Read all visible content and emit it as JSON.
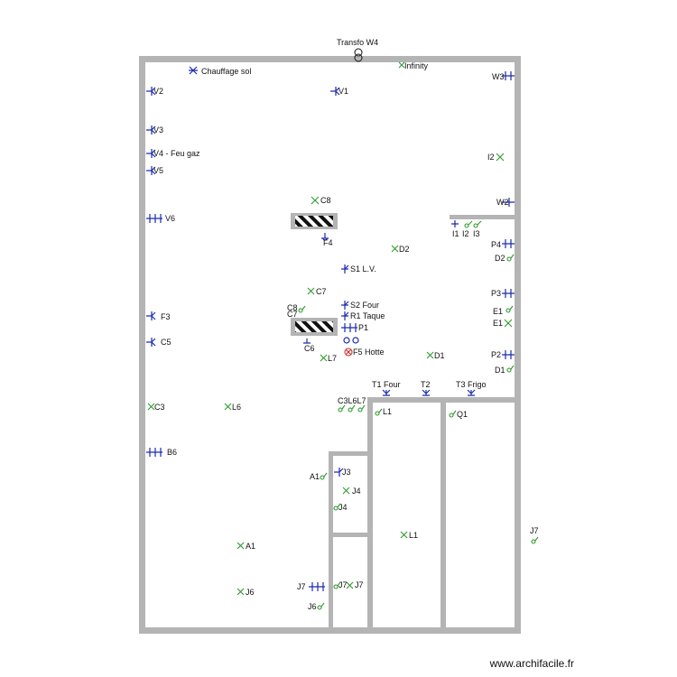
{
  "title": "Transfo W4",
  "watermark": "www.archifacile.fr",
  "colors": {
    "wall": "#b4b4b4",
    "blue": "#1a2bb0",
    "green": "#2e9a2e",
    "red": "#d42020"
  },
  "labels": {
    "chauffage": "Chauffage sol",
    "infinity": "Infinity",
    "v1": "V1",
    "v2": "V2",
    "v3": "V3",
    "v4": "V4 - Feu gaz",
    "v5": "V5",
    "v6": "V6",
    "w3": "W3",
    "i2": "I2",
    "w2": "W2",
    "c8": "C8",
    "f4": "F4",
    "d2": "D2",
    "i1": "I1",
    "i2b": "I2",
    "i3": "I3",
    "p4": "P4",
    "d2b": "D2",
    "s1": "S1 L.V.",
    "c7": "C7",
    "p3": "P3",
    "e1a": "E1",
    "e1b": "E1",
    "c8b": "C8",
    "c7b": "C7",
    "s2": "S2 Four",
    "r1": "R1 Taque",
    "p1": "P1",
    "f3": "F3",
    "c5": "C5",
    "c6": "C6",
    "f5": "F5 Hotte",
    "l7": "L7",
    "d1": "D1",
    "p2": "P2",
    "d1b": "D1",
    "t1": "T1 Four",
    "t2": "T2",
    "t3": "T3 Frigo",
    "c3": "C3",
    "l6": "L6",
    "c3l6l7": "C3L6L7",
    "l1": "L1",
    "q1": "Q1",
    "b6": "B6",
    "a1": "A1",
    "j3": "J3",
    "j4a": "J4",
    "j4b": "J4",
    "j7r": "J7",
    "l1b": "L1",
    "a1b": "A1",
    "j6": "J6",
    "j7a": "J7",
    "j7b": "J7",
    "j7c": "J7",
    "j6b": "J6"
  }
}
